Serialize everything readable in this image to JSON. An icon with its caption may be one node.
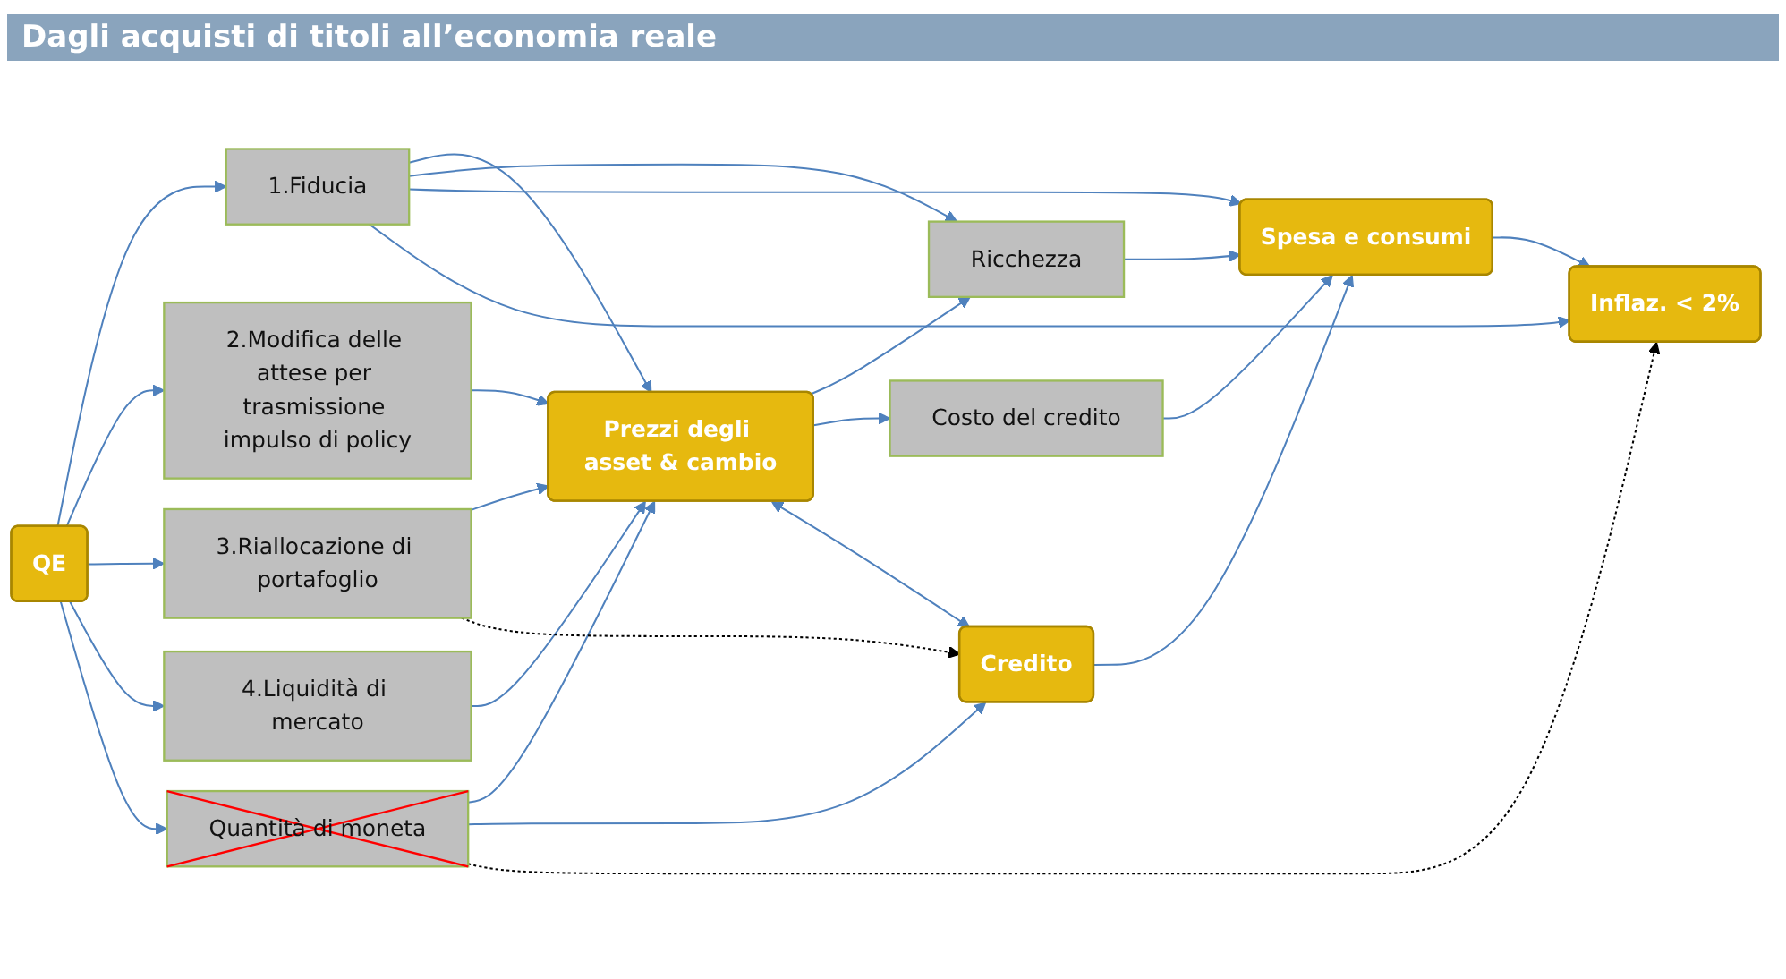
{
  "diagram": {
    "title": "Dagli acquisti di titoli all’economia reale",
    "nodes": [
      {
        "text": [
          "QE"
        ]
      },
      {
        "text": [
          "1.Fiducia"
        ]
      },
      {
        "text": [
          "2.Modifica delle attese per trasmissione impulso di policy"
        ]
      },
      {
        "text": [
          "3.Riallocazione di portafoglio"
        ]
      },
      {
        "text": [
          "4.Liquidità di mercato"
        ]
      },
      {
        "text": [
          "Quantità di moneta"
        ]
      },
      {
        "text": [
          "Prezzi degli asset & cambio"
        ]
      },
      {
        "text": [
          "Ricchezza"
        ]
      },
      {
        "text": [
          "Costo del credito"
        ]
      },
      {
        "text": [
          "Credito"
        ]
      },
      {
        "text": [
          "Spesa e consumi"
        ]
      },
      {
        "text": [
          "Inflaz. < 2%"
        ]
      }
    ],
    "edges": [
      {
        "from": 0,
        "to": 1,
        "arrow": "to"
      },
      {
        "from": 0,
        "to": 2,
        "arrow": "to"
      },
      {
        "from": 0,
        "to": 3,
        "arrow": "to"
      },
      {
        "from": 0,
        "to": 4,
        "arrow": "to"
      },
      {
        "from": 0,
        "to": 5,
        "arrow": "to"
      },
      {
        "from": 1,
        "to": 6,
        "arrow": "to"
      },
      {
        "from": 1,
        "to": 7,
        "arrow": "to"
      },
      {
        "from": 1,
        "to": 10,
        "arrow": "to"
      },
      {
        "from": 1,
        "to": 11,
        "arrow": "to"
      },
      {
        "from": 2,
        "to": 6,
        "arrow": "to"
      },
      {
        "from": 3,
        "to": 6,
        "arrow": "to"
      },
      {
        "from": 4,
        "to": 6,
        "arrow": "to"
      },
      {
        "from": 5,
        "to": 6,
        "arrow": "to"
      },
      {
        "from": 5,
        "to": 9,
        "arrow": "to"
      },
      {
        "from": 3,
        "to": 9,
        "arrow": "to",
        "style": "dashed",
        "color": "#000000"
      },
      {
        "from": 5,
        "to": 11,
        "arrow": "to",
        "style": "dashed",
        "color": "#000000"
      },
      {
        "from": 6,
        "to": 7,
        "arrow": "to"
      },
      {
        "from": 6,
        "to": 8,
        "arrow": "to"
      },
      {
        "from": 6,
        "to": 9,
        "arrow": "both"
      },
      {
        "from": 7,
        "to": 10,
        "arrow": "to"
      },
      {
        "from": 8,
        "to": 10,
        "arrow": "to"
      },
      {
        "from": 9,
        "to": 10,
        "arrow": "to"
      },
      {
        "from": 10,
        "to": 11,
        "arrow": "to"
      }
    ]
  }
}
